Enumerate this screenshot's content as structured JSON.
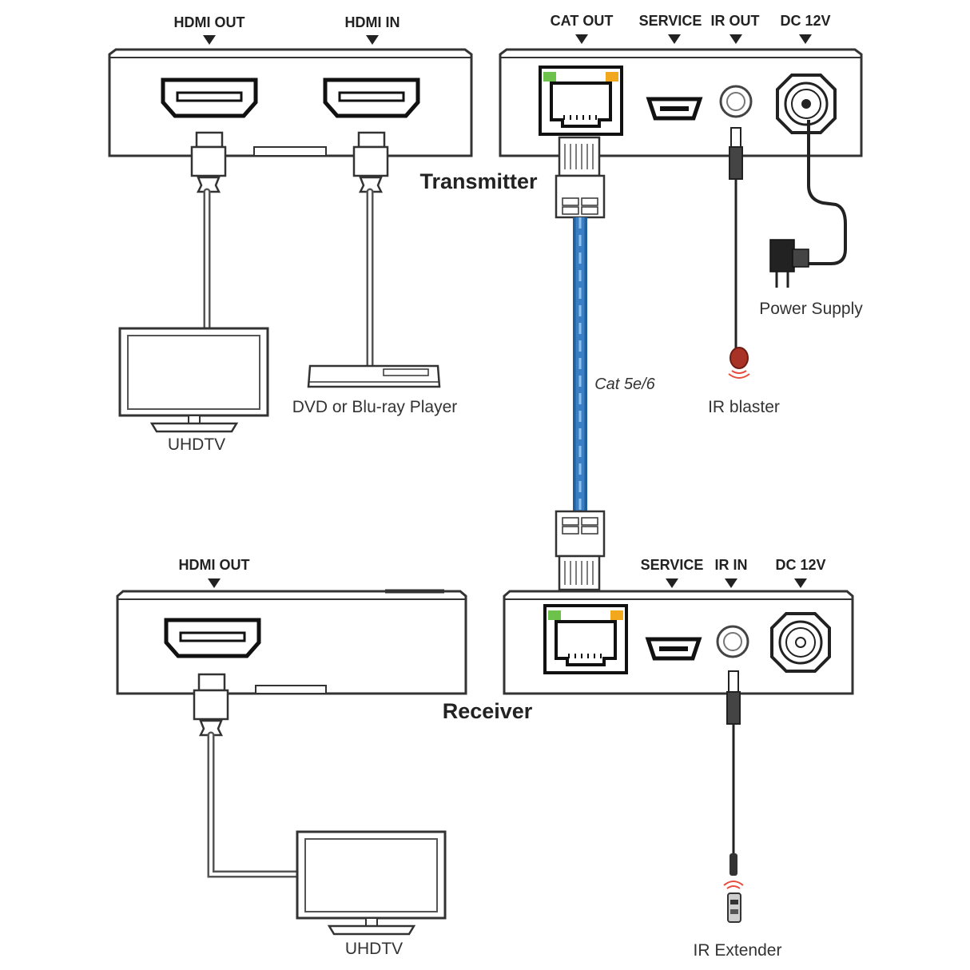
{
  "transmitter": {
    "title": "Transmitter",
    "port_hdmi_out": "HDMI OUT",
    "port_hdmi_in": "HDMI IN",
    "port_cat_out": "CAT OUT",
    "port_service": "SERVICE",
    "port_ir_out": "IR OUT",
    "port_dc": "DC 12V"
  },
  "receiver": {
    "title": "Receiver",
    "port_hdmi_out": "HDMI OUT",
    "port_service": "SERVICE",
    "port_ir_in": "IR IN",
    "port_dc": "DC 12V"
  },
  "devices": {
    "uhdtv_top": "UHDTV",
    "player": "DVD or Blu-ray Player",
    "power_supply": "Power Supply",
    "ir_blaster": "IR blaster",
    "uhdtv_bottom": "UHDTV",
    "ir_extender": "IR Extender"
  },
  "cable": {
    "label": "Cat 5e/6",
    "color": "#3a7fc4"
  },
  "colors": {
    "led_green": "#6cc24a",
    "led_amber": "#f2a81d",
    "ir_red": "#c0392b"
  }
}
